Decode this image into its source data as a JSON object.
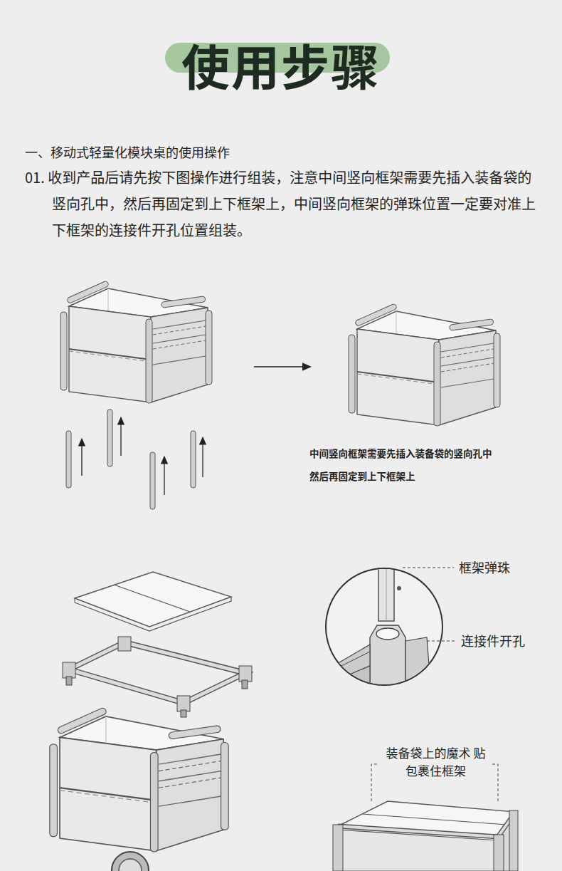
{
  "diagram": {
    "title": "使用步骤",
    "labels": [
      "一、移动式轻量化模块桌的使用操作",
      "01. 收到产品后请先按下图操作进行组装，注意中间竖向框架需要先插入装备袋的 竖向孔中，然后再固定到上下框架上，中间竖向框架的弹珠位置一定要对准上 下框架的连接件开孔位置组装。",
      "中间竖向框架需要先插入装备袋的竖向孔中 然后再固定到上下框架上",
      "框架弹珠",
      "连接件开孔",
      "装备袋上的魔术 贴包裹住框架"
    ]
  }
}
